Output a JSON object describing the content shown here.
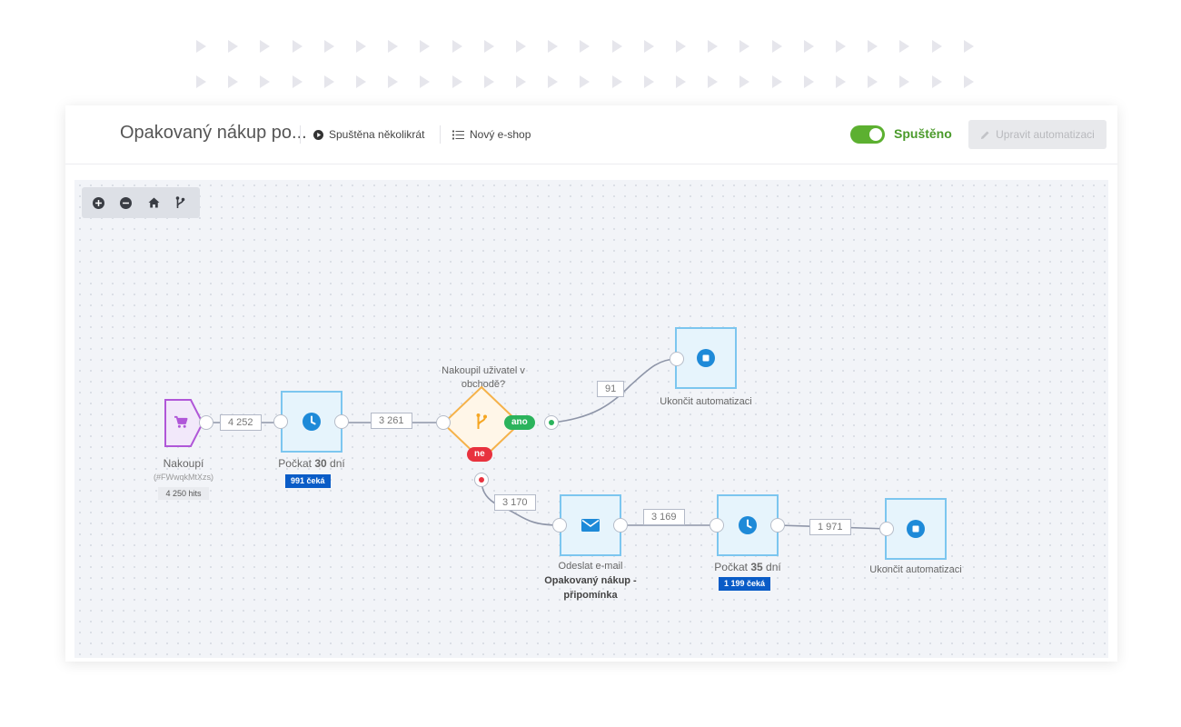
{
  "header": {
    "title": "Opakovaný nákup po...",
    "run_mode": "Spuštěna několikrát",
    "list": "Nový e-shop",
    "status_label": "Spuštěno",
    "edit_label": "Upravit automatizaci",
    "status_on": true
  },
  "colors": {
    "accent_green": "#5cb030",
    "node_blue": "#7cc6ef",
    "trigger_purple": "#b057d8",
    "condition_orange": "#f5b24a",
    "yes_green": "#2bb35c",
    "no_red": "#e8323e",
    "badge_blue": "#0a5cc7"
  },
  "icons": {
    "toolbar": [
      "zoom-in-icon",
      "zoom-out-icon",
      "home-icon",
      "branch-icon"
    ],
    "trigger": "cart-icon",
    "wait": "clock-icon",
    "condition": "branch-icon",
    "end": "stop-icon",
    "email": "envelope-icon"
  },
  "flow": {
    "trigger": {
      "label": "Nakoupí",
      "sub": "(#FWwqkMtXzs)",
      "hits": "4 250 hits"
    },
    "wait1": {
      "prefix": "Počkat ",
      "days": "30",
      "suffix": " dní",
      "badge": "991 čeká"
    },
    "condition": {
      "line1": "Nakoupil uživatel v",
      "line2": "obchodě?",
      "yes": "ano",
      "no": "ne"
    },
    "end1": {
      "label": "Ukončit automatizaci"
    },
    "email": {
      "label": "Odeslat e-mail",
      "line1": "Opakovaný nákup -",
      "line2": "připomínka"
    },
    "wait2": {
      "prefix": "Počkat ",
      "days": "35",
      "suffix": " dní",
      "badge": "1 199 čeká"
    },
    "end2": {
      "label": "Ukončit automatizaci"
    },
    "counts": {
      "trigger_wait1": "4 252",
      "wait1_condition": "3 261",
      "yes_end1": "91",
      "no_email": "3 170",
      "email_wait2": "3 169",
      "wait2_end2": "1 971"
    }
  }
}
